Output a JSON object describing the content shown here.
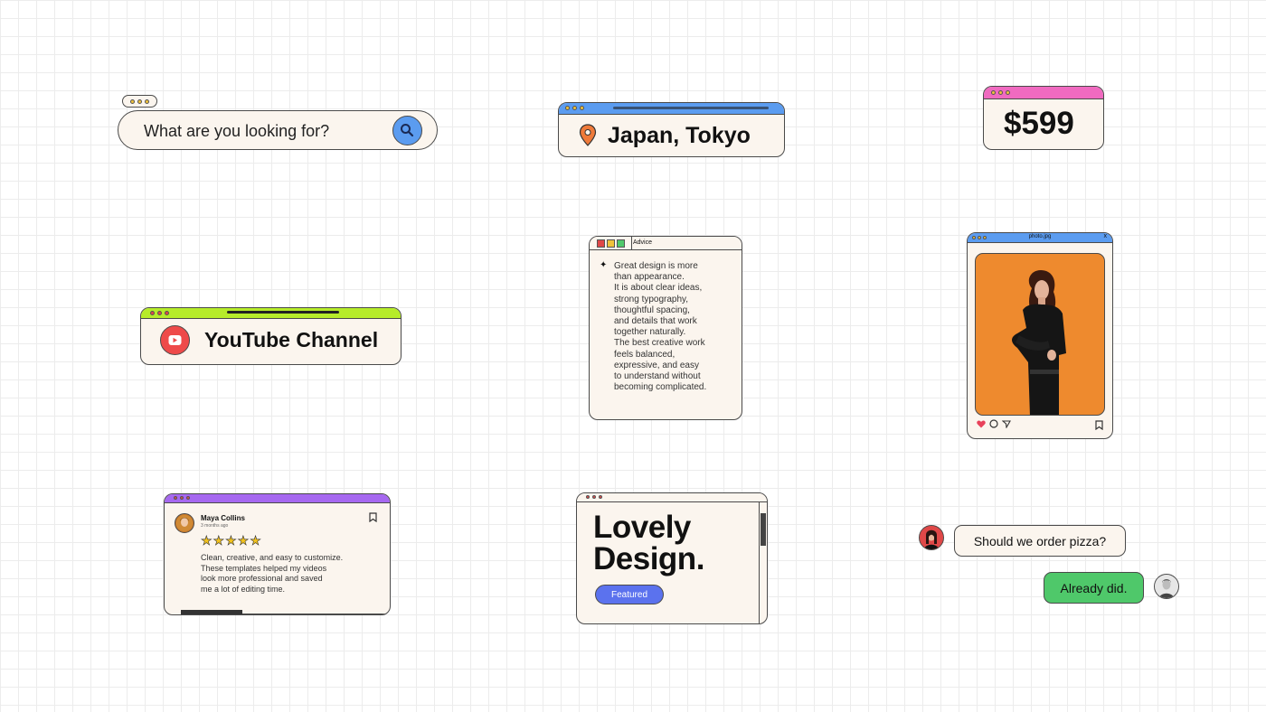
{
  "search": {
    "placeholder": "What are you looking for?",
    "icon": "search-icon",
    "accent": "#5b9cf0"
  },
  "location": {
    "label": "Japan, Tokyo",
    "icon": "location-pin-icon",
    "accent": "#5b9cf0"
  },
  "price": {
    "amount": "$599",
    "accent": "#f06ac0"
  },
  "youtube": {
    "label": "YouTube Channel",
    "icon": "play-icon",
    "accent": "#b6ec2a"
  },
  "advice": {
    "title": "Advice",
    "icon": "sparkle-icon",
    "lines": [
      "Great design is more",
      "than appearance.",
      "It is about clear ideas,",
      "strong typography,",
      "thoughtful spacing,",
      "and details that work",
      "together naturally.",
      "The best creative work",
      "feels balanced,",
      "expressive, and easy",
      "to understand without",
      "becoming complicated."
    ]
  },
  "photo": {
    "title": "photo.jpg",
    "close": "x",
    "accent": "#5b9cf0",
    "image_bg": "#ee8a2e"
  },
  "review": {
    "name": "Maya Collins",
    "time": "3 months ago",
    "stars": "★★★★★",
    "lines": [
      "Clean, creative, and easy to customize.",
      "These templates helped my videos",
      "look more professional and saved",
      "me a lot of editing time."
    ],
    "accent": "#a668f0"
  },
  "lovely": {
    "line1": "Lovely",
    "line2": "Design.",
    "button": "Featured",
    "accent": "#5b72ee"
  },
  "chat": {
    "incoming": "Should we order pizza?",
    "outgoing": "Already did.",
    "outgoing_color": "#4fc86a"
  }
}
